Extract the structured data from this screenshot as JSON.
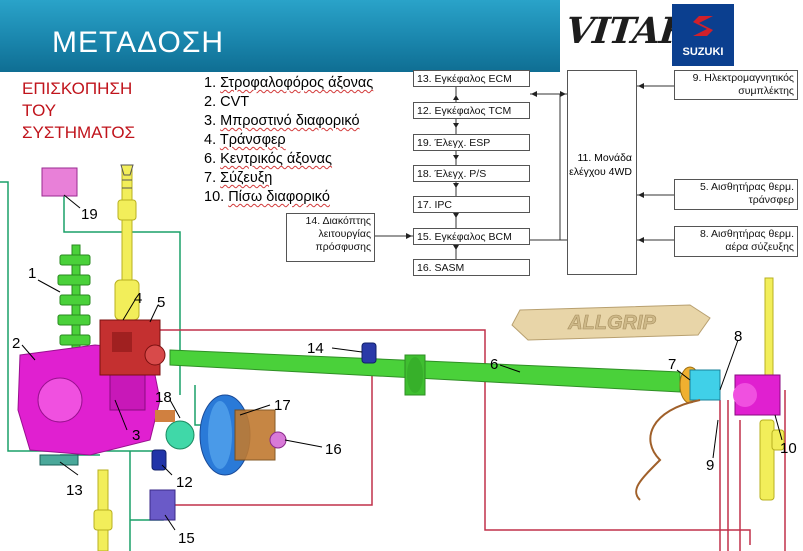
{
  "header": {
    "title": "ΜΕΤΑΔΟΣΗ",
    "model_logo_text": "VITARA!",
    "brand_logo_text": "SUZUKI"
  },
  "overview": {
    "lines": [
      "ΕΠΙΣΚΟΠΗΣΗ",
      "ΤΟΥ",
      "ΣΥΣΤΗΜΑΤΟΣ"
    ]
  },
  "legend": [
    {
      "num": "1.",
      "label": "Στροφαλοφόρος άξονας"
    },
    {
      "num": "2.",
      "label": "CVT"
    },
    {
      "num": "3.",
      "label": "Μπροστινό διαφορικό"
    },
    {
      "num": "4.",
      "label": "Τράνσφερ"
    },
    {
      "num": "6.",
      "label": "Κεντρικός άξονας"
    },
    {
      "num": "7.",
      "label": "Σύζευξη"
    },
    {
      "num": "10.",
      "label": "Πίσω διαφορικό"
    }
  ],
  "ecu_boxes": [
    "13. Εγκέφαλος ECM",
    "12. Εγκέφαλος TCM",
    "19. Έλεγχ. ESP",
    "18. Έλεγχ. P/S",
    "17. IPC",
    "15. Εγκέφαλος BCM",
    "16. SASM"
  ],
  "main_unit": {
    "label": "11. Μονάδα ελέγχου 4WD"
  },
  "switch_box": {
    "label": "14. Διακόπτης λειτουργίας πρόσφυσης"
  },
  "right_boxes": [
    "9. Ηλεκτρομαγνητικός συμπλέκτης",
    "5. Αισθητήρας θερμ. τράνσφερ",
    "8. Αισθητήρας θερμ. αέρα σύζευξης"
  ],
  "callouts": [
    "1",
    "2",
    "3",
    "4",
    "5",
    "6",
    "7",
    "8",
    "9",
    "10",
    "12",
    "13",
    "14",
    "15",
    "16",
    "17",
    "18",
    "19"
  ],
  "allgrip_badge_text": "ALLGRIP",
  "colors": {
    "header_blue": "#1a86ad",
    "title_red": "#c0141c",
    "shaft_green": "#4ad13a",
    "engine_magenta": "#e020d0",
    "yellow_axle": "#f2ee5a",
    "wire_red": "#c0304a",
    "wire_green": "#1aa068",
    "module_blue": "#2854b8"
  }
}
